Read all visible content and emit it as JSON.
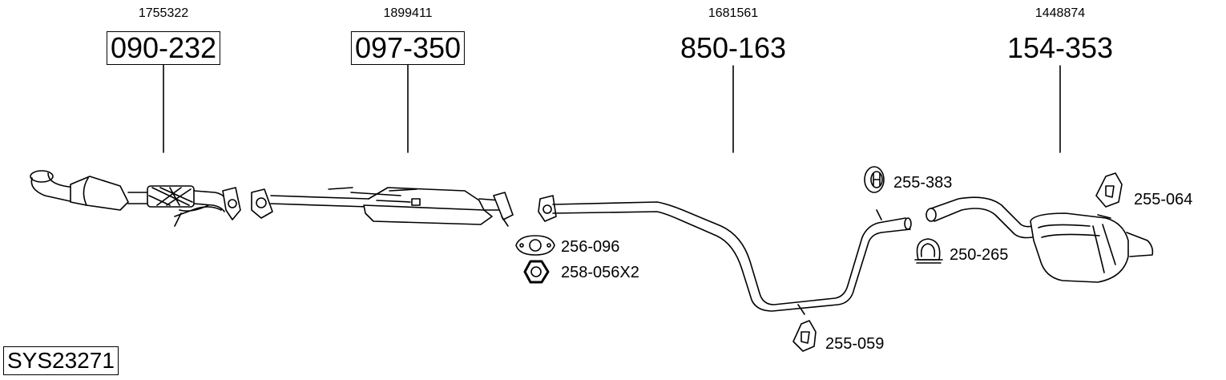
{
  "system_code": "SYS23271",
  "main_parts": [
    {
      "oe_number": "1755322",
      "part_number": "090-232",
      "boxed": true
    },
    {
      "oe_number": "1899411",
      "part_number": "097-350",
      "boxed": true
    },
    {
      "oe_number": "1681561",
      "part_number": "850-163",
      "boxed": false
    },
    {
      "oe_number": "1448874",
      "part_number": "154-353",
      "boxed": false
    }
  ],
  "accessories": [
    {
      "part_number": "255-383",
      "icon": "rubber-hanger-icon"
    },
    {
      "part_number": "255-064",
      "icon": "rubber-mount-icon"
    },
    {
      "part_number": "256-096",
      "icon": "flange-gasket-icon"
    },
    {
      "part_number": "258-056X2",
      "icon": "hex-nut-icon"
    },
    {
      "part_number": "250-265",
      "icon": "pipe-clamp-icon"
    },
    {
      "part_number": "255-059",
      "icon": "rubber-mount-icon"
    }
  ]
}
